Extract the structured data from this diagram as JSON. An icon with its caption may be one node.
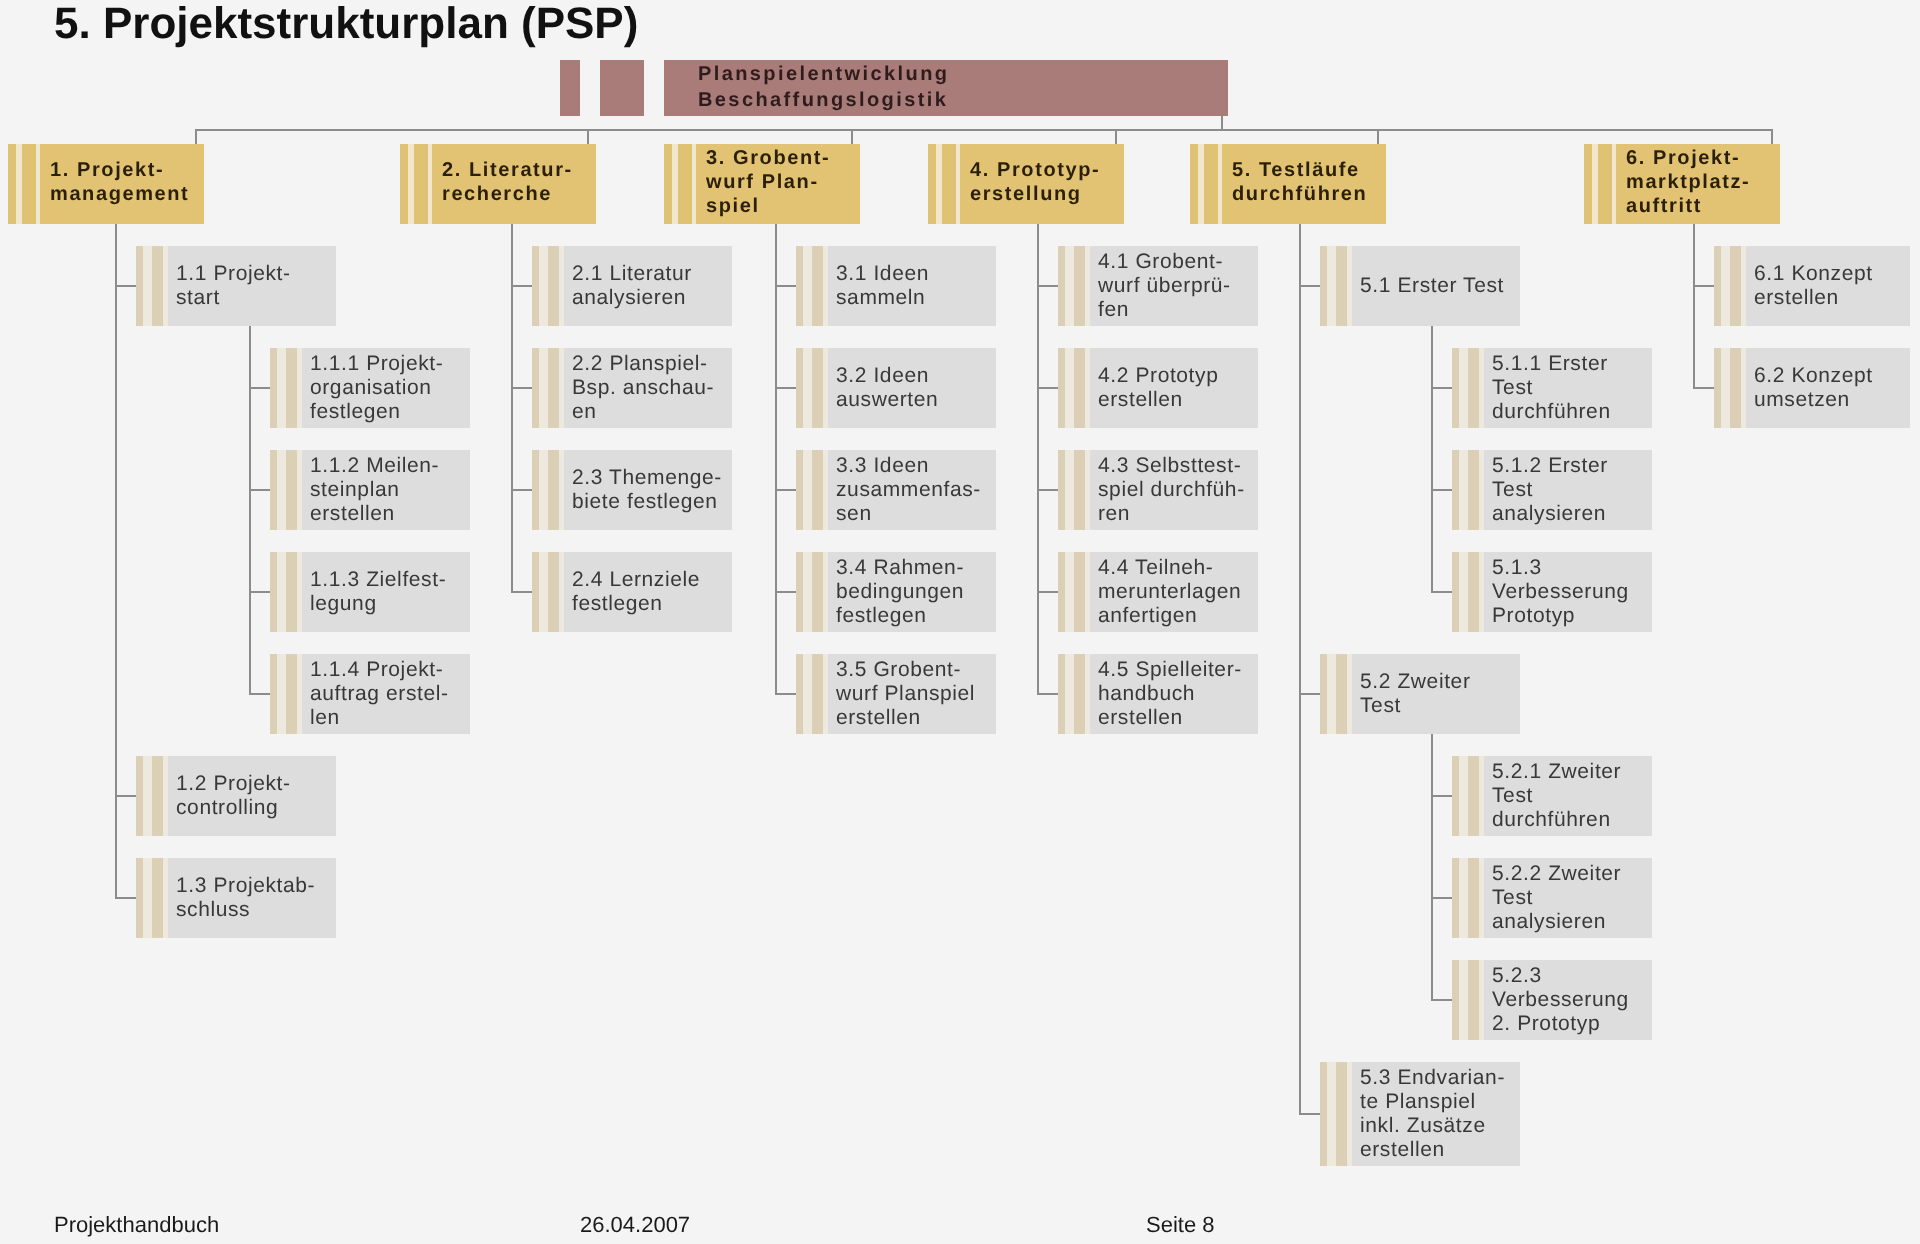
{
  "diagram": {
    "title": "5. Projektstrukturplan (PSP)",
    "nodes": [
      {
        "text": [
          "Planspielentwicklung Beschaffungslogistik"
        ]
      },
      {
        "text": [
          "1. Projekt- management"
        ]
      },
      {
        "text": [
          "2. Literatur- recherche"
        ]
      },
      {
        "text": [
          "3. Grobent- wurf Plan- spiel"
        ]
      },
      {
        "text": [
          "4. Prototyp- erstellung"
        ]
      },
      {
        "text": [
          "5. Testläufe durchführen"
        ]
      },
      {
        "text": [
          "6. Projekt- marktplatz- auftritt"
        ]
      },
      {
        "text": [
          "1.1 Projekt- start"
        ]
      },
      {
        "text": [
          "1.1.1 Projekt- organisation festlegen"
        ]
      },
      {
        "text": [
          "1.1.2 Meilen- steinplan erstellen"
        ]
      },
      {
        "text": [
          "1.1.3 Zielfest- legung"
        ]
      },
      {
        "text": [
          "1.1.4 Projekt- auftrag erstel- len"
        ]
      },
      {
        "text": [
          "1.2 Projekt- controlling"
        ]
      },
      {
        "text": [
          "1.3 Projektab- schluss"
        ]
      },
      {
        "text": [
          "2.1 Literatur analysieren"
        ]
      },
      {
        "text": [
          "2.2 Planspiel- Bsp. anschau- en"
        ]
      },
      {
        "text": [
          "2.3 Themenge- biete festlegen"
        ]
      },
      {
        "text": [
          "2.4 Lernziele festlegen"
        ]
      },
      {
        "text": [
          "3.1 Ideen sammeln"
        ]
      },
      {
        "text": [
          "3.2 Ideen auswerten"
        ]
      },
      {
        "text": [
          "3.3 Ideen zusammenfas- sen"
        ]
      },
      {
        "text": [
          "3.4 Rahmen- bedingungen festlegen"
        ]
      },
      {
        "text": [
          "3.5 Grobent- wurf Planspiel erstellen"
        ]
      },
      {
        "text": [
          "4.1 Grobent- wurf überprü- fen"
        ]
      },
      {
        "text": [
          "4.2 Prototyp erstellen"
        ]
      },
      {
        "text": [
          "4.3 Selbsttest- spiel durchfüh- ren"
        ]
      },
      {
        "text": [
          "4.4 Teilneh- merunterlagen anfertigen"
        ]
      },
      {
        "text": [
          "4.5 Spielleiter- handbuch erstellen"
        ]
      },
      {
        "text": [
          "5.1 Erster Test"
        ]
      },
      {
        "text": [
          "5.1.1 Erster Test durchführen"
        ]
      },
      {
        "text": [
          "5.1.2 Erster Test analysieren"
        ]
      },
      {
        "text": [
          "5.1.3 Verbesserung Prototyp"
        ]
      },
      {
        "text": [
          "5.2 Zweiter Test"
        ]
      },
      {
        "text": [
          "5.2.1 Zweiter Test durchführen"
        ]
      },
      {
        "text": [
          "5.2.2 Zweiter Test analysieren"
        ]
      },
      {
        "text": [
          "5.2.3 Verbesserung 2. Prototyp"
        ]
      },
      {
        "text": [
          "5.3 Endvarian- te Planspiel inkl. Zusätze erstellen"
        ]
      },
      {
        "text": [
          "6.1 Konzept erstellen"
        ]
      },
      {
        "text": [
          "6.2 Konzept umsetzen"
        ]
      }
    ],
    "edges": [
      {
        "from": 0,
        "to": 1,
        "arrow": "none"
      },
      {
        "from": 0,
        "to": 2,
        "arrow": "none"
      },
      {
        "from": 0,
        "to": 3,
        "arrow": "none"
      },
      {
        "from": 0,
        "to": 4,
        "arrow": "none"
      },
      {
        "from": 0,
        "to": 5,
        "arrow": "none"
      },
      {
        "from": 0,
        "to": 6,
        "arrow": "none"
      },
      {
        "from": 1,
        "to": 7,
        "arrow": "none"
      },
      {
        "from": 7,
        "to": 8,
        "arrow": "none"
      },
      {
        "from": 7,
        "to": 9,
        "arrow": "none"
      },
      {
        "from": 7,
        "to": 10,
        "arrow": "none"
      },
      {
        "from": 7,
        "to": 11,
        "arrow": "none"
      },
      {
        "from": 1,
        "to": 12,
        "arrow": "none"
      },
      {
        "from": 1,
        "to": 13,
        "arrow": "none"
      },
      {
        "from": 2,
        "to": 14,
        "arrow": "none"
      },
      {
        "from": 2,
        "to": 15,
        "arrow": "none"
      },
      {
        "from": 2,
        "to": 16,
        "arrow": "none"
      },
      {
        "from": 2,
        "to": 17,
        "arrow": "none"
      },
      {
        "from": 3,
        "to": 18,
        "arrow": "none"
      },
      {
        "from": 3,
        "to": 19,
        "arrow": "none"
      },
      {
        "from": 3,
        "to": 20,
        "arrow": "none"
      },
      {
        "from": 3,
        "to": 21,
        "arrow": "none"
      },
      {
        "from": 3,
        "to": 22,
        "arrow": "none"
      },
      {
        "from": 4,
        "to": 23,
        "arrow": "none"
      },
      {
        "from": 4,
        "to": 24,
        "arrow": "none"
      },
      {
        "from": 4,
        "to": 25,
        "arrow": "none"
      },
      {
        "from": 4,
        "to": 26,
        "arrow": "none"
      },
      {
        "from": 4,
        "to": 27,
        "arrow": "none"
      },
      {
        "from": 5,
        "to": 28,
        "arrow": "none"
      },
      {
        "from": 28,
        "to": 29,
        "arrow": "none"
      },
      {
        "from": 28,
        "to": 30,
        "arrow": "none"
      },
      {
        "from": 28,
        "to": 31,
        "arrow": "none"
      },
      {
        "from": 5,
        "to": 32,
        "arrow": "none"
      },
      {
        "from": 32,
        "to": 33,
        "arrow": "none"
      },
      {
        "from": 32,
        "to": 34,
        "arrow": "none"
      },
      {
        "from": 32,
        "to": 35,
        "arrow": "none"
      },
      {
        "from": 5,
        "to": 36,
        "arrow": "none"
      },
      {
        "from": 6,
        "to": 37,
        "arrow": "none"
      },
      {
        "from": 6,
        "to": 38,
        "arrow": "none"
      }
    ],
    "labels": [
      "Projekthandbuch",
      "26.04.2007",
      "Seite 8"
    ]
  }
}
